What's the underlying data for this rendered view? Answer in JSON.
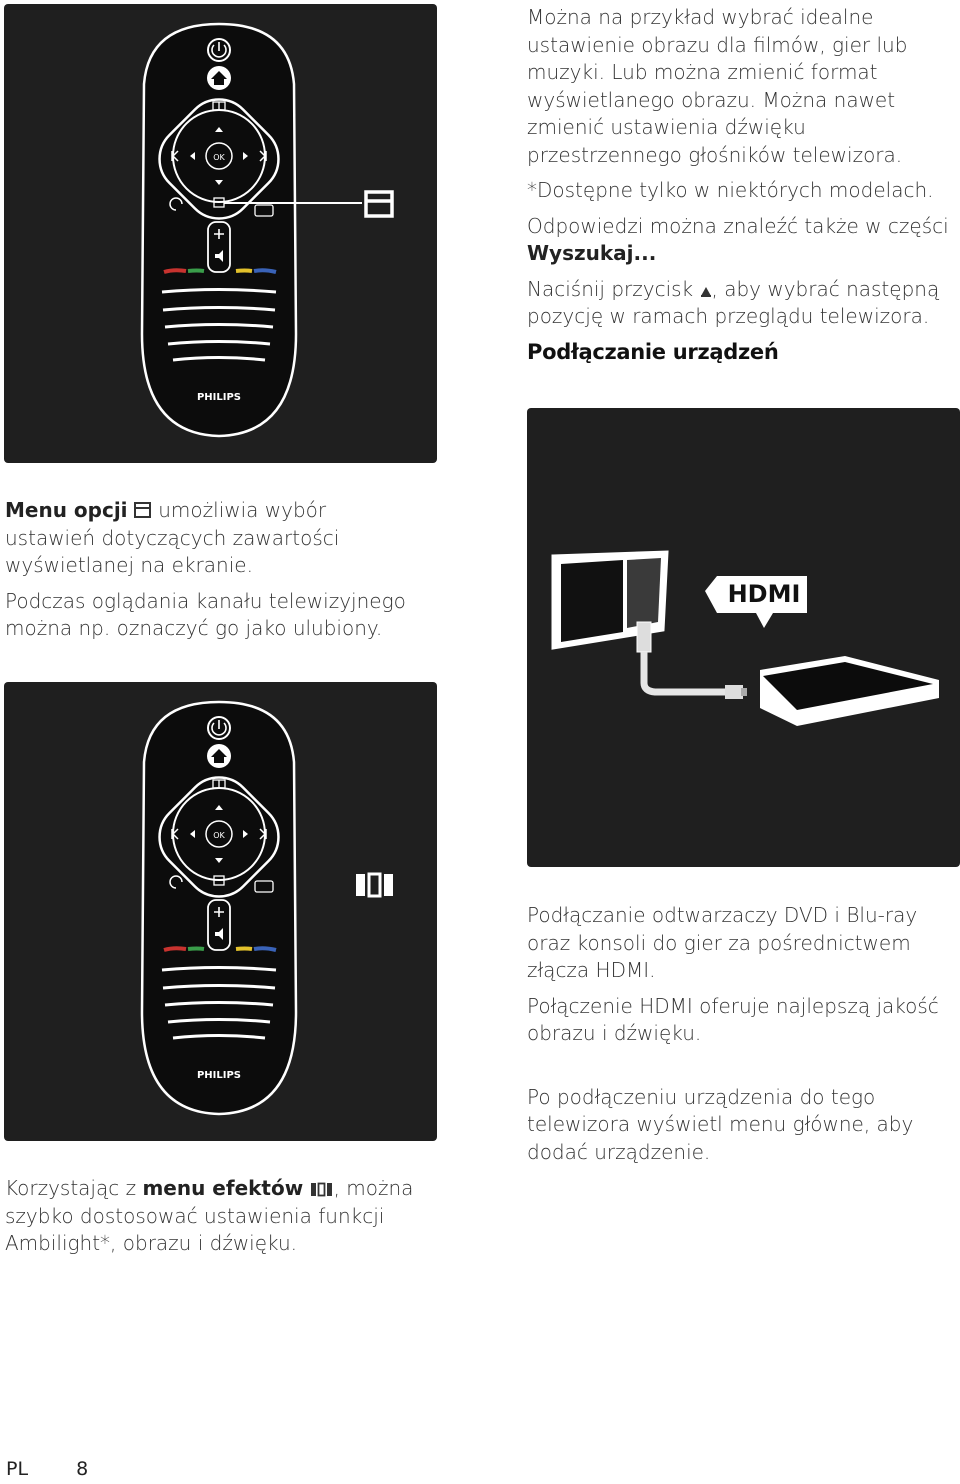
{
  "remote": {
    "brand": "PHILIPS",
    "ok_label": "OK"
  },
  "panel_hdmi": {
    "callout": "HDMI"
  },
  "right_top": {
    "p1": "Można na przykład wybrać idealne ustawienie obrazu dla filmów, gier lub muzyki. Lub można zmienić format wyświetlanego obrazu. Można nawet zmienić ustawienia dźwięku przestrzennego głośników telewizora.",
    "p2": "*Dostępne tylko w niektórych modelach.",
    "p3_prefix": "Odpowiedzi można znaleźć także w części ",
    "p3_link": "Wyszukaj...",
    "p4_pre": "Naciśnij przycisk ",
    "p4_post": ", aby wybrać następną pozycję w ramach przeglądu telewizora.",
    "heading": "Podłączanie urządzeń"
  },
  "left_mid": {
    "bold": "Menu opcji",
    "rest": " umożliwia wybór ustawień dotyczących zawartości wyświetlanej na ekranie.",
    "p2": "Podczas oglądania kanału telewizyjnego można np. oznaczyć go jako ulubiony."
  },
  "right_bottom": {
    "p1": "Podłączanie odtwarzaczy DVD i Blu-ray oraz konsoli do gier za pośrednictwem złącza HDMI.",
    "p2": "Połączenie HDMI oferuje najlepszą jakość obrazu i dźwięku.",
    "p3": "Po podłączeniu urządzenia do tego telewizora wyświetl menu główne, aby dodać urządzenie."
  },
  "left_bottom": {
    "pre": "Korzystając z ",
    "bold": "menu efektów",
    "post": ", można szybko dostosować ustawienia funkcji Ambilight*, obrazu i dźwięku."
  },
  "footer": {
    "lang": "PL",
    "page": "8"
  },
  "colors": {
    "panel_bg": "#1f1f1f",
    "red": "#c8332f",
    "green": "#3a9d4a",
    "yellow": "#e3c22c",
    "blue": "#3a63b8"
  }
}
